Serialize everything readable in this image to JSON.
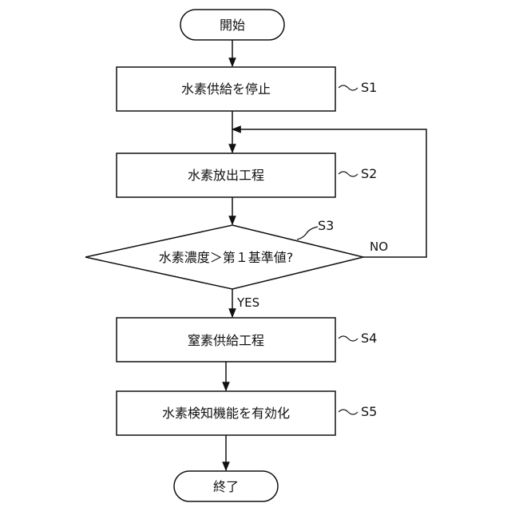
{
  "flowchart": {
    "start": "開始",
    "end": "終了",
    "steps": [
      {
        "id": "S1",
        "text": "水素供給を停止"
      },
      {
        "id": "S2",
        "text": "水素放出工程"
      },
      {
        "id": "S3",
        "text": "水素濃度＞第１基準値?"
      },
      {
        "id": "S4",
        "text": "窒素供給工程"
      },
      {
        "id": "S5",
        "text": "水素検知機能を有効化"
      }
    ],
    "yes_label": "YES",
    "no_label": "NO"
  }
}
